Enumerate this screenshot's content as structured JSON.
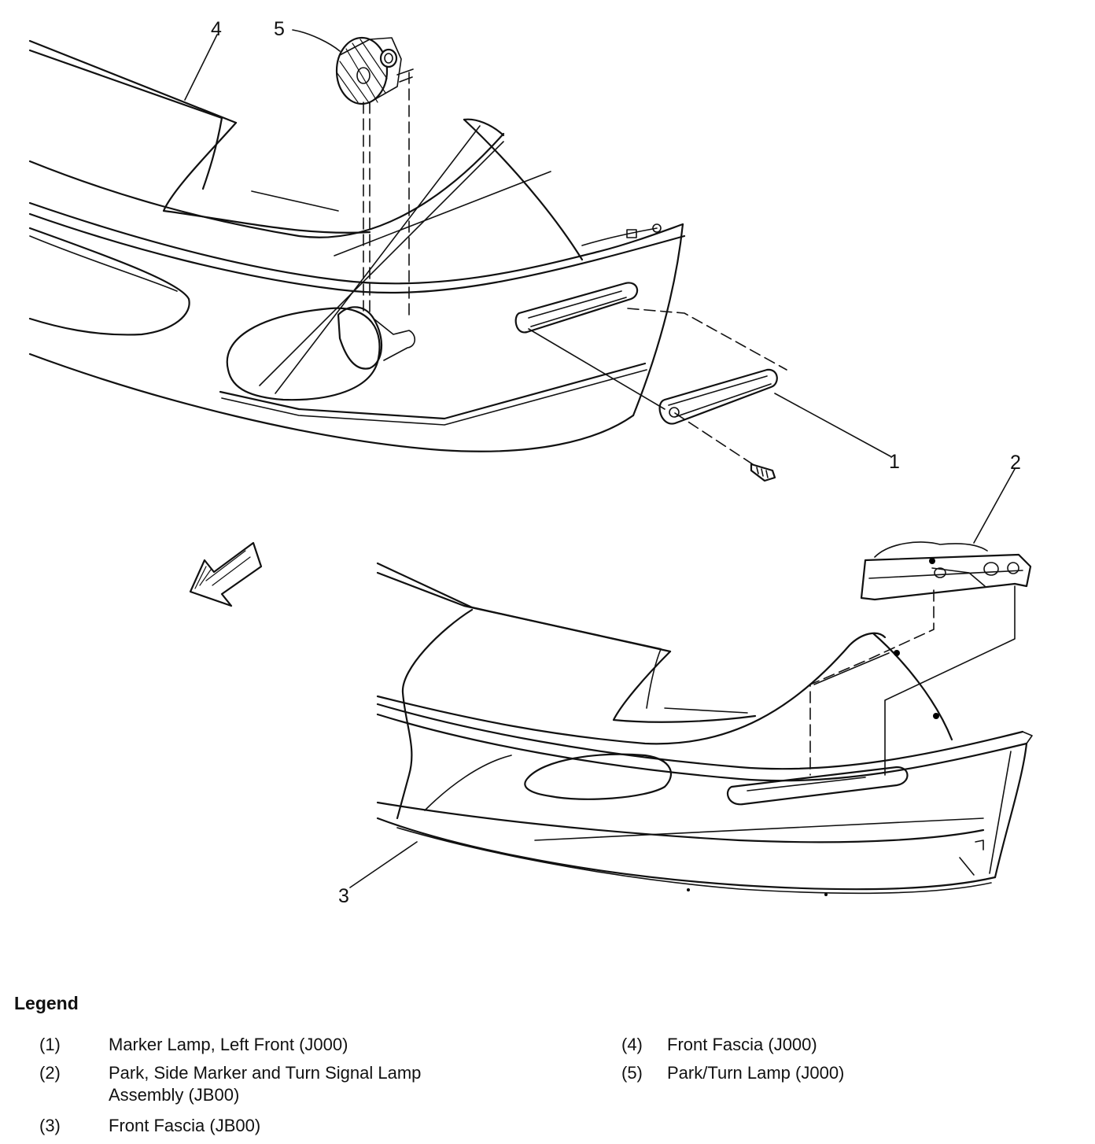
{
  "callouts": {
    "c1": "1",
    "c2": "2",
    "c3": "3",
    "c4": "4",
    "c5": "5"
  },
  "legend": {
    "title": "Legend",
    "items": [
      {
        "num": "(1)",
        "line1": "Marker Lamp, Left Front (J000)",
        "line2": ""
      },
      {
        "num": "(2)",
        "line1": "Park, Side Marker and Turn Signal Lamp",
        "line2": "Assembly (JB00)"
      },
      {
        "num": "(3)",
        "line1": "Front Fascia (JB00)",
        "line2": ""
      },
      {
        "num": "(4)",
        "line1": "Front Fascia (J000)",
        "line2": ""
      },
      {
        "num": "(5)",
        "line1": "Park/Turn Lamp (J000)",
        "line2": ""
      }
    ]
  }
}
